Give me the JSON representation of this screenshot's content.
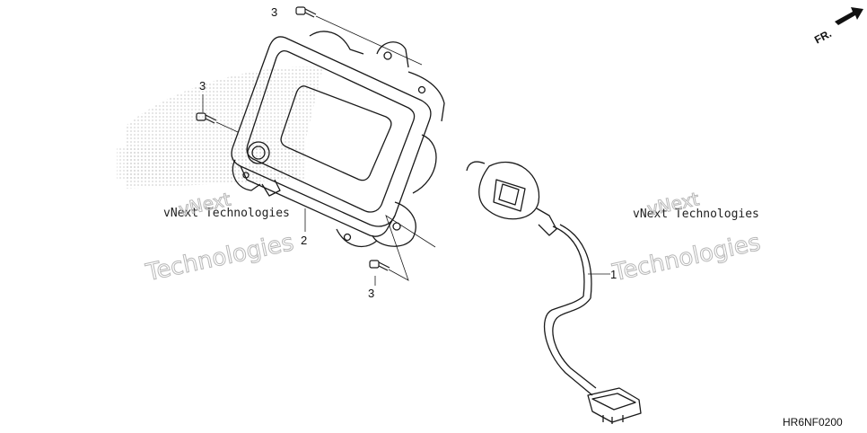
{
  "watermark": {
    "line1": "vNext Technologies",
    "line2_a": "vNext",
    "line2_b": "Technologies"
  },
  "callouts": {
    "screw_top": "3",
    "screw_left": "3",
    "screw_bottom": "3",
    "meter": "2",
    "harness": "1"
  },
  "direction_label": "FR.",
  "diagram_code": "HR6NF0200",
  "colors": {
    "line": "#1a1a1a",
    "watermark": "#b8b8b8",
    "logo_dots": "#cfcfcf"
  }
}
